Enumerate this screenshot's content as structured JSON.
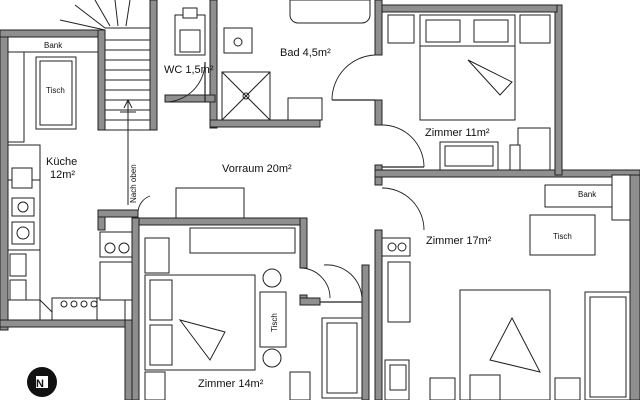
{
  "rooms": {
    "bank_top": "Bank",
    "tisch_left": "Tisch",
    "kueche_name": "Küche",
    "kueche_area": "12m²",
    "wc": "WC 1,5m²",
    "bad": "Bad 4,5m²",
    "zimmer11": "Zimmer 11m²",
    "vorraum": "Vorraum 20m²",
    "nach_oben": "Nach oben",
    "bank_right": "Bank",
    "zimmer17": "Zimmer 17m²",
    "tisch_right": "Tisch",
    "tisch_mid": "Tisch",
    "zimmer14": "Zimmer 14m²"
  },
  "compass": {
    "letter": "N"
  },
  "colors": {
    "wall": "#8f8f8f",
    "line": "#222222",
    "background": "#ffffff"
  }
}
